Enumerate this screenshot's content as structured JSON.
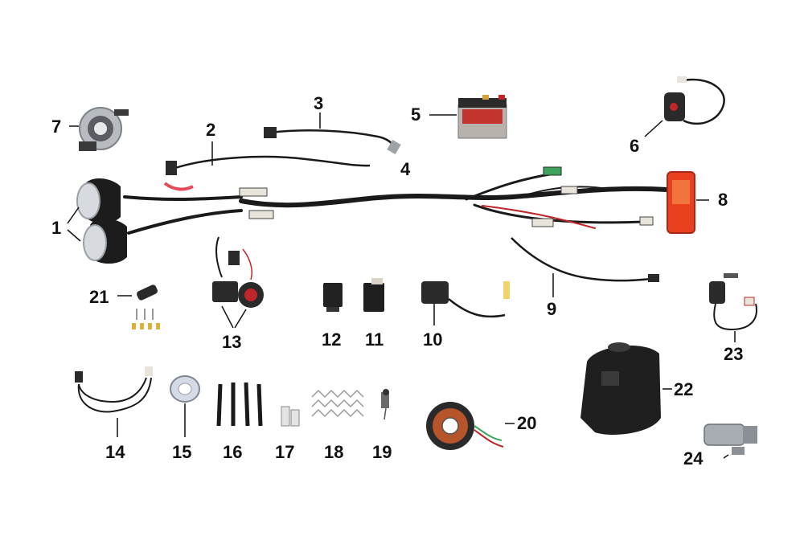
{
  "parts": [
    {
      "number": "1",
      "icon": "headlight-pair-icon"
    },
    {
      "number": "2",
      "icon": "kill-switch-wire-icon"
    },
    {
      "number": "3",
      "icon": "ignition-cap-wire-icon"
    },
    {
      "number": "4",
      "icon": "main-wiring-harness-icon"
    },
    {
      "number": "5",
      "icon": "battery-icon"
    },
    {
      "number": "6",
      "icon": "handlebar-switch-icon"
    },
    {
      "number": "7",
      "icon": "round-light-icon"
    },
    {
      "number": "8",
      "icon": "rear-tail-light-icon"
    },
    {
      "number": "9",
      "icon": "brake-switch-wire-icon"
    },
    {
      "number": "10",
      "icon": "ignition-coil-icon"
    },
    {
      "number": "11",
      "icon": "cdi-unit-icon"
    },
    {
      "number": "12",
      "icon": "relay-icon"
    },
    {
      "number": "13",
      "icon": "horn-flasher-set-icon"
    },
    {
      "number": "14",
      "icon": "indicator-wire-icon"
    },
    {
      "number": "15",
      "icon": "roll-of-tape-icon"
    },
    {
      "number": "16",
      "icon": "cable-ties-icon"
    },
    {
      "number": "17",
      "icon": "fuse-holder-icon"
    },
    {
      "number": "18",
      "icon": "wire-clips-icon"
    },
    {
      "number": "19",
      "icon": "small-switch-icon"
    },
    {
      "number": "20",
      "icon": "stator-icon"
    },
    {
      "number": "21",
      "icon": "connector-pins-icon"
    },
    {
      "number": "22",
      "icon": "fuel-tank-icon"
    },
    {
      "number": "23",
      "icon": "ignition-key-switch-icon"
    },
    {
      "number": "24",
      "icon": "starter-motor-icon"
    }
  ],
  "colors": {
    "background": "#ffffff",
    "wire": "#1a1a1a",
    "wire_red": "#c0252a",
    "tail_light": "#e8401c",
    "battery_body": "#b7b2ab",
    "battery_label": "#c3342c",
    "chrome": "#c9cdd2",
    "coil_copper": "#b6542c"
  }
}
